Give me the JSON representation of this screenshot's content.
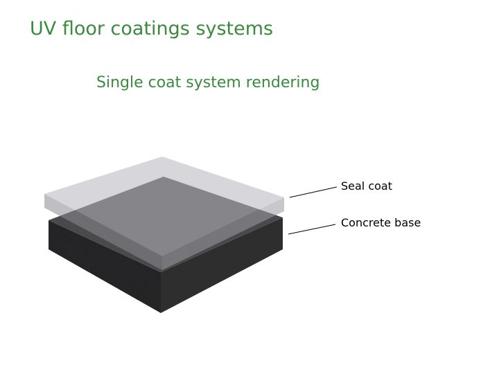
{
  "slide": {
    "title": "UV floor coatings systems",
    "subtitle": "Single coat system rendering"
  },
  "diagram": {
    "labels": {
      "seal_coat": "Seal coat",
      "concrete_base": "Concrete base"
    }
  },
  "colors": {
    "heading_green": "#3b8a3e",
    "concrete_top": "#4a4a4c",
    "concrete_side": "#2c2c2e",
    "seal_coat": "#b3b3bb",
    "leader_line": "#000000",
    "label_text": "#000000"
  }
}
